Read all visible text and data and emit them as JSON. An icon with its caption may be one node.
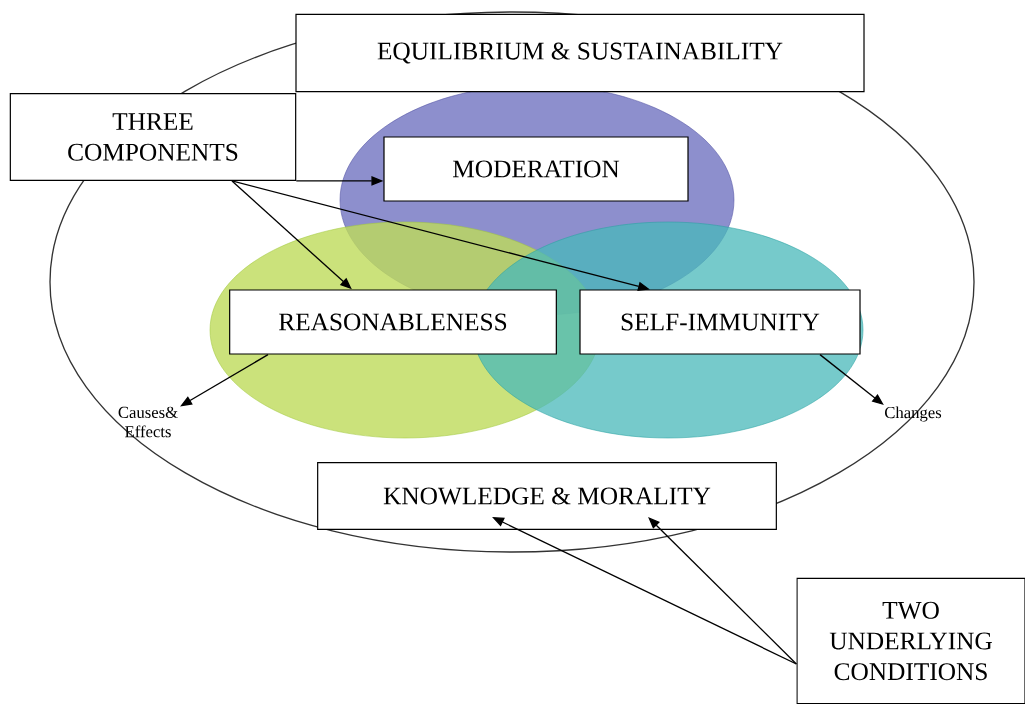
{
  "diagram": {
    "nodes": [
      {
        "text": [
          "EQUILIBRIUM & SUSTAINABILITY"
        ]
      },
      {
        "text": [
          "THREE COMPONENTS"
        ]
      },
      {
        "text": [
          "MODERATION"
        ]
      },
      {
        "text": [
          "REASONABLENESS"
        ]
      },
      {
        "text": [
          "SELF-IMMUNITY"
        ]
      },
      {
        "text": [
          "Causes& Effects"
        ]
      },
      {
        "text": [
          "Changes"
        ]
      },
      {
        "text": [
          "KNOWLEDGE & MORALITY"
        ]
      },
      {
        "text": [
          "TWO UNDERLYING CONDITIONS"
        ]
      }
    ],
    "edges": [
      {
        "from": 1,
        "to": 2,
        "arrow": "to"
      },
      {
        "from": 1,
        "to": 3,
        "arrow": "to"
      },
      {
        "from": 1,
        "to": 4,
        "arrow": "to"
      },
      {
        "from": 3,
        "to": 5,
        "arrow": "to"
      },
      {
        "from": 4,
        "to": 6,
        "arrow": "to"
      },
      {
        "from": 8,
        "to": 7,
        "arrow": "to"
      },
      {
        "from": 8,
        "to": 7,
        "arrow": "to"
      }
    ]
  }
}
